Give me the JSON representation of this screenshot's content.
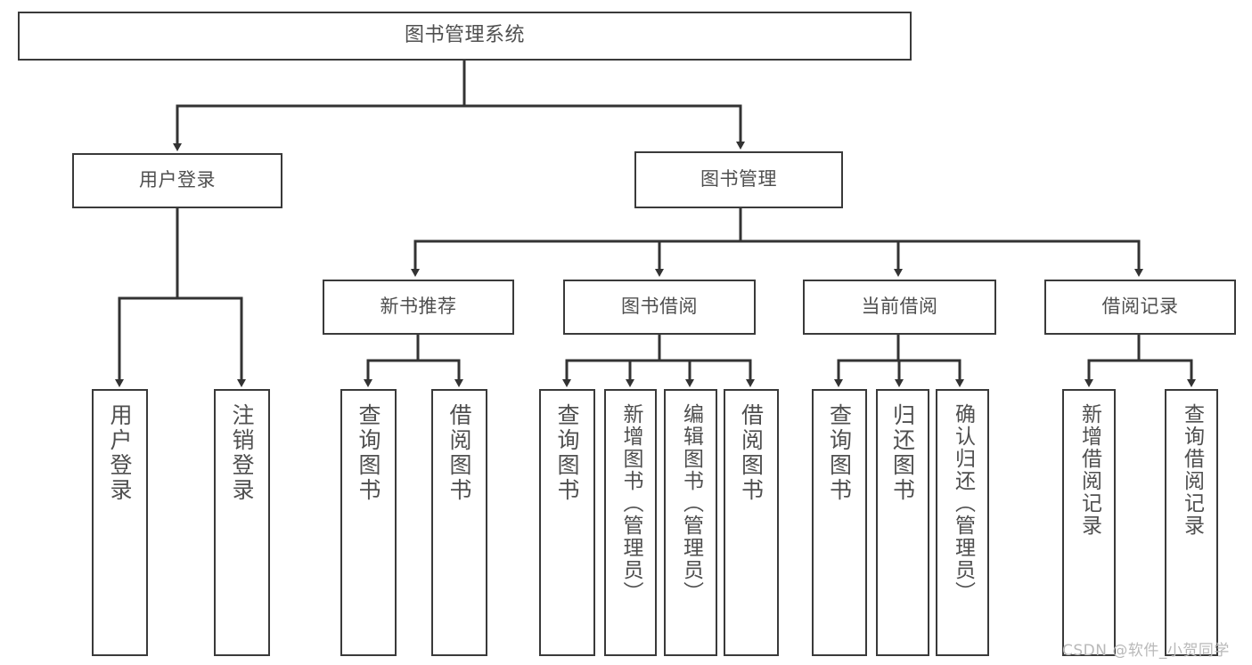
{
  "diagram": {
    "title": "图书管理系统",
    "type": "tree",
    "root": {
      "label": "图书管理系统"
    },
    "level2": [
      {
        "label": "用户登录"
      },
      {
        "label": "图书管理"
      }
    ],
    "level3": [
      {
        "label": "新书推荐"
      },
      {
        "label": "图书借阅"
      },
      {
        "label": "当前借阅"
      },
      {
        "label": "借阅记录"
      }
    ],
    "leaves": {
      "user_login": [
        {
          "label": "用户登录"
        },
        {
          "label": "注销登录"
        }
      ],
      "new_book_recommend": [
        {
          "label": "查询图书"
        },
        {
          "label": "借阅图书"
        }
      ],
      "book_borrow": [
        {
          "label": "查询图书"
        },
        {
          "label": "新增图书（管理员）"
        },
        {
          "label": "编辑图书（管理员）"
        },
        {
          "label": "借阅图书"
        }
      ],
      "current_borrow": [
        {
          "label": "查询图书"
        },
        {
          "label": "归还图书"
        },
        {
          "label": "确认归还（管理员）"
        }
      ],
      "borrow_record": [
        {
          "label": "新增借阅记录"
        },
        {
          "label": "查询借阅记录"
        }
      ]
    }
  },
  "watermark": {
    "text": "CSDN @软件_小贺同学"
  },
  "colors": {
    "border": "#3a3a3a",
    "text": "#4f4f4f",
    "background": "#ffffff",
    "watermark": "#b9b9b9"
  }
}
